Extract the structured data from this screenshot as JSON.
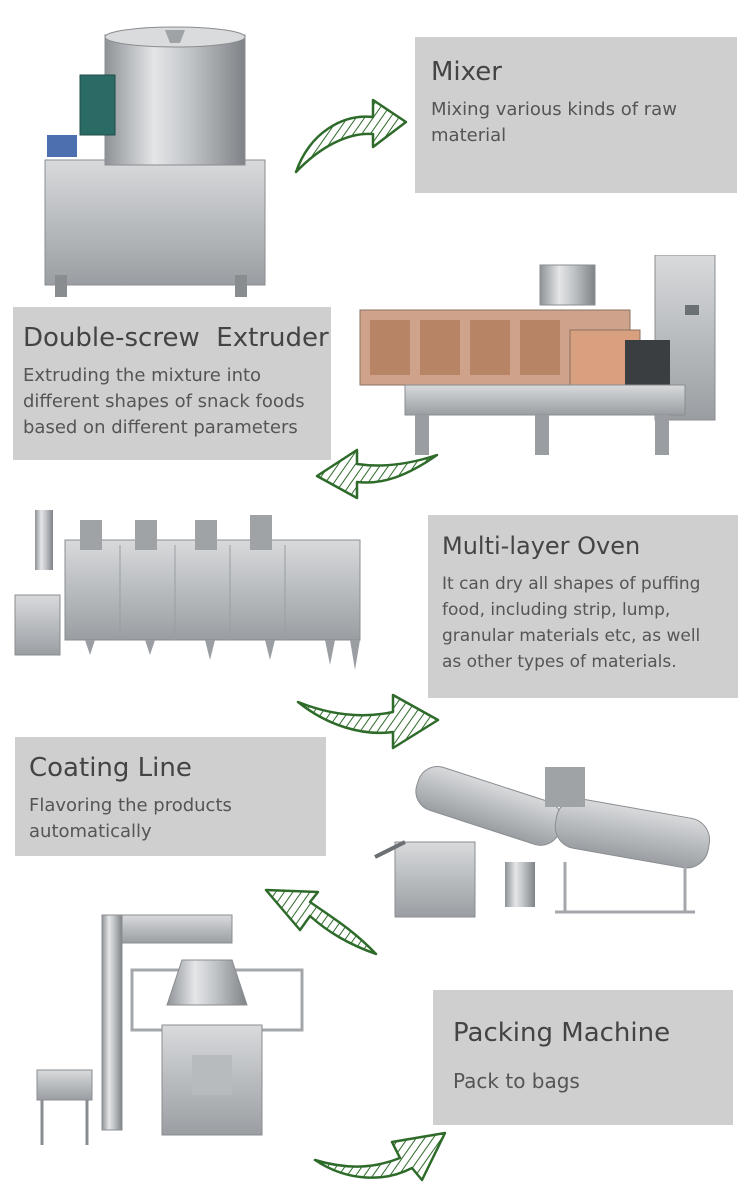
{
  "steps": [
    {
      "title": "Mixer",
      "desc": "Mixing various kinds of raw material"
    },
    {
      "title": "Double-screw  Extruder",
      "desc": "Extruding the mixture into different shapes of snack foods based on different parameters"
    },
    {
      "title": "Multi-layer Oven",
      "desc": "It can dry all shapes of puffing food, including strip, lump, granular materials etc, as well as other types of materials."
    },
    {
      "title": "Coating Line",
      "desc": "Flavoring the products automatically"
    },
    {
      "title": "Packing Machine",
      "desc": "Pack to bags"
    }
  ],
  "colors": {
    "box": "#cfcfcf",
    "arrow": "#2e6b2a",
    "machine": "#b9bcbf"
  }
}
